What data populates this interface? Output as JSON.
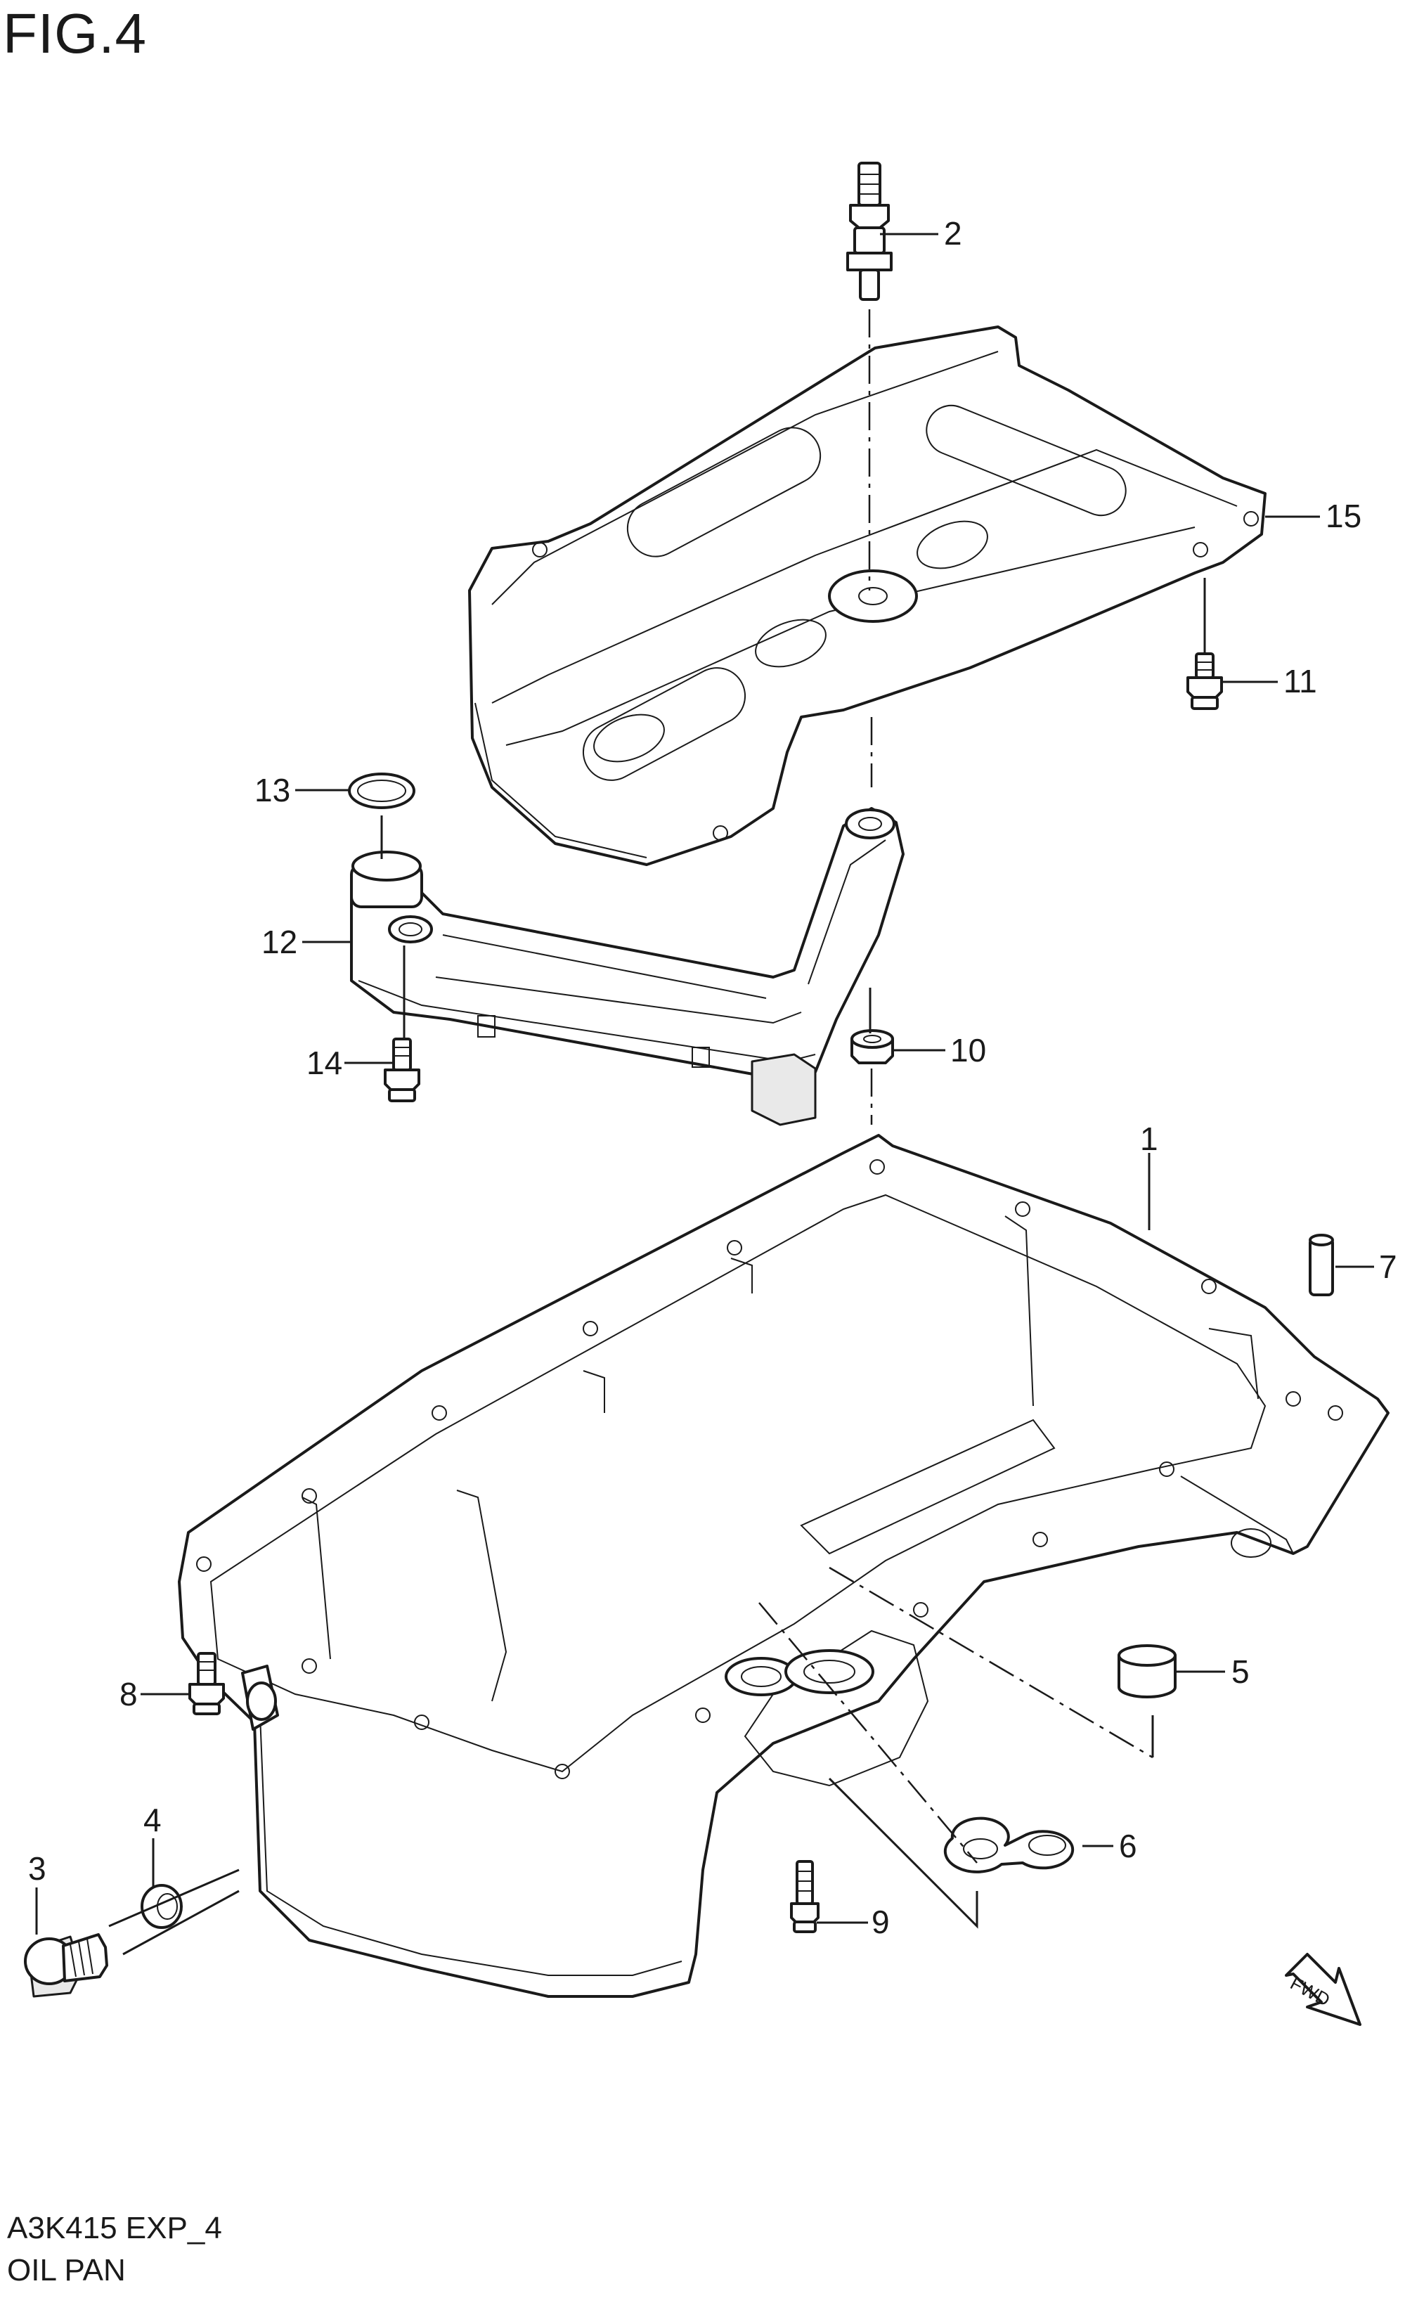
{
  "figure": {
    "title": "FIG.4"
  },
  "footer": {
    "code": "A3K415 EXP_4",
    "name": "OIL PAN"
  },
  "fwd_badge": "FWD",
  "callouts": [
    "1",
    "2",
    "3",
    "4",
    "5",
    "6",
    "7",
    "8",
    "9",
    "10",
    "11",
    "12",
    "13",
    "14",
    "15"
  ]
}
